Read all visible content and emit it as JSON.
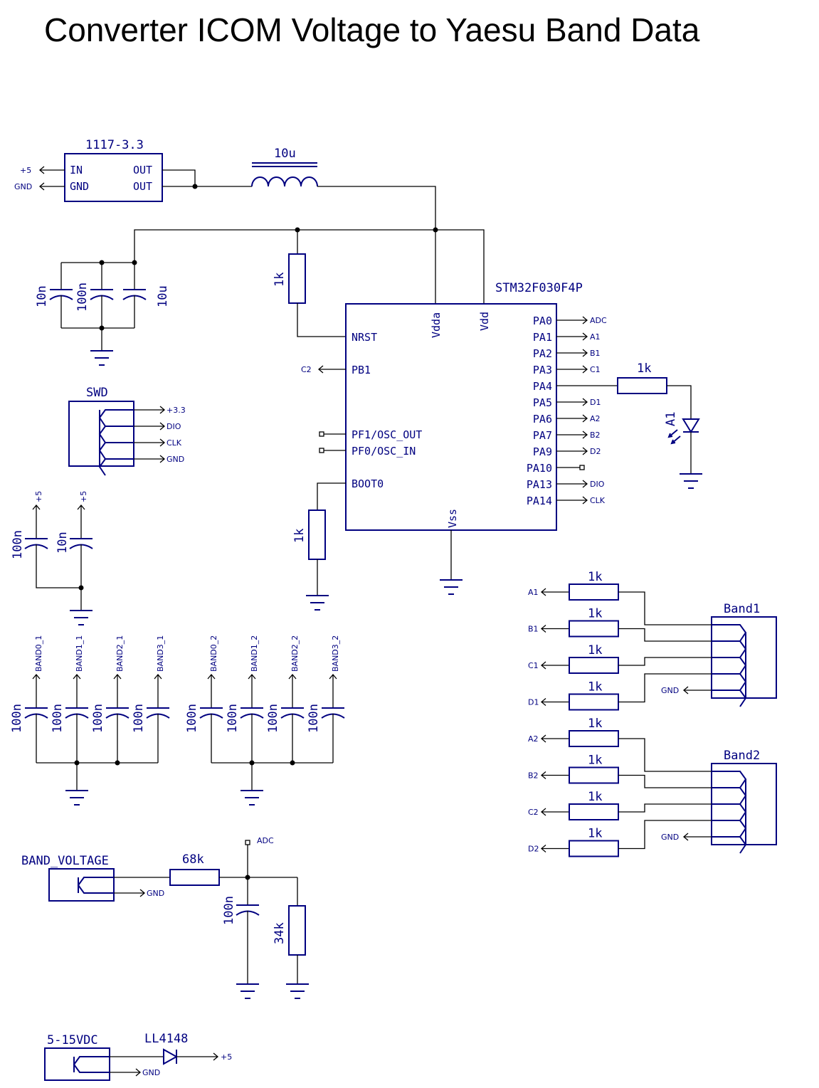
{
  "title": "Converter ICOM Voltage to Yaesu Band Data",
  "regulator": {
    "name": "1117-3.3",
    "pin_in": "IN",
    "pin_gnd": "GND",
    "pin_out1": "OUT",
    "pin_out2": "OUT"
  },
  "inductor": "10u",
  "caps_top": [
    "10n",
    "100n",
    "10u"
  ],
  "r_reset": "1k",
  "mcu": {
    "name": "STM32F030F4P",
    "top": [
      "Vdda",
      "Vdd"
    ],
    "left": [
      "NRST",
      "PB1",
      "PF1/OSC_OUT",
      "PF0/OSC_IN",
      "BOOT0"
    ],
    "right": [
      "PA0",
      "PA1",
      "PA2",
      "PA3",
      "PA4",
      "PA5",
      "PA6",
      "PA7",
      "PA9",
      "PA10",
      "PA13",
      "PA14"
    ],
    "bottom": "Vss"
  },
  "mcu_nets": {
    "right": [
      "ADC",
      "A1",
      "B1",
      "C1",
      "",
      "D1",
      "A2",
      "B2",
      "D2",
      "",
      "DIO",
      "CLK"
    ],
    "pb1": "C2"
  },
  "led": {
    "resistor": "1k",
    "ref": "A1"
  },
  "r_boot": "1k",
  "swd": {
    "name": "SWD",
    "nets": [
      "+3.3",
      "DIO",
      "CLK",
      "GND"
    ]
  },
  "reg_nets": {
    "in": "+5",
    "gnd": "GND"
  },
  "decoupling": {
    "labels": [
      "100n",
      "10n"
    ],
    "net": "+5"
  },
  "band_caps_1": {
    "nets": [
      "BAND0_1",
      "BAND1_1",
      "BAND2_1",
      "BAND3_1"
    ],
    "value": "100n"
  },
  "band_caps_2": {
    "nets": [
      "BAND0_2",
      "BAND1_2",
      "BAND2_2",
      "BAND3_2"
    ],
    "value": "100n"
  },
  "band1": {
    "name": "Band1",
    "rows": [
      "A1",
      "B1",
      "C1",
      "D1"
    ],
    "res": "1k",
    "gnd": "GND"
  },
  "band2": {
    "name": "Band2",
    "rows": [
      "A2",
      "B2",
      "C2",
      "D2"
    ],
    "res": "1k",
    "gnd": "GND"
  },
  "band_voltage": {
    "name": "BAND_VOLTAGE",
    "gnd": "GND",
    "r_series": "68k",
    "cap": "100n",
    "r_shunt": "34k",
    "adc": "ADC"
  },
  "power_in": {
    "name": "5-15VDC",
    "diode": "LL4148",
    "out": "+5",
    "gnd": "GND"
  }
}
